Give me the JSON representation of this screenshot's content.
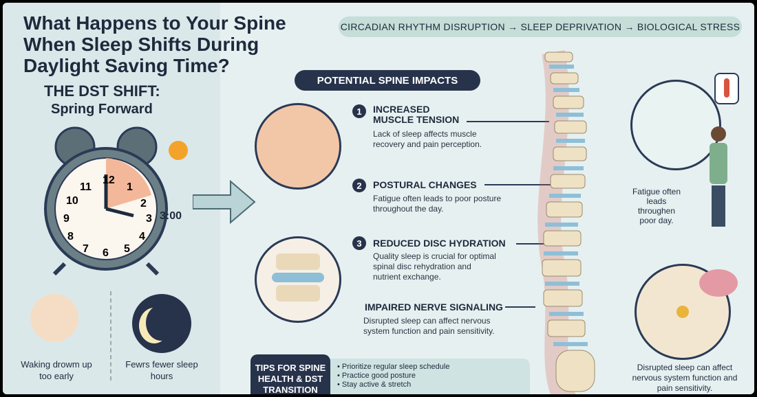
{
  "title": "What Happens to Your Spine When Sleep Shifts During Daylight Saving Time?",
  "dst_shift": {
    "heading": "THE DST SHIFT:",
    "subheading": "Spring Forward",
    "time_label": "3:00"
  },
  "clock_numbers": [
    "12",
    "1",
    "2",
    "3",
    "4",
    "5",
    "6",
    "7",
    "8",
    "9",
    "10",
    "11"
  ],
  "left_bottom": {
    "waking": "Waking drowm up too early",
    "fewer": "Fewrs fewer sleep hours"
  },
  "banner": "CIRCADIAN RHYTHM DISRUPTION → SLEEP DEPRIVATION → BIOLOGICAL STRESS",
  "impacts_label": "POTENTIAL SPINE IMPACTS",
  "impacts": [
    {
      "num": "1",
      "title": "INCREASED MUSCLE TENSION",
      "desc": "Lack of sleep affects muscle recovery and pain perception."
    },
    {
      "num": "2",
      "title": "POSTURAL CHANGES",
      "desc": "Fatigue often leads to poor posture throughout the day."
    },
    {
      "num": "3",
      "title": "REDUCED DISC HYDRATION",
      "desc": "Quality sleep is crucial for optimal spinal disc rehydration and nutrient exchange."
    },
    {
      "num": "",
      "title": "IMPAIRED NERVE SIGNALING",
      "desc": "Disrupted sleep can affect nervous system function and pain sensitivity."
    }
  ],
  "right": {
    "fatigue": "Fatigue often leads throughen poor day.",
    "nerve": "Disrupted sleep can affect nervous system function and pain sensitivity."
  },
  "tips": {
    "heading": "TIPS FOR SPINE HEALTH & DST TRANSITION",
    "items": [
      "Prioritize regular sleep schedule",
      "Practice good posture",
      "Stay active & stretch"
    ]
  }
}
